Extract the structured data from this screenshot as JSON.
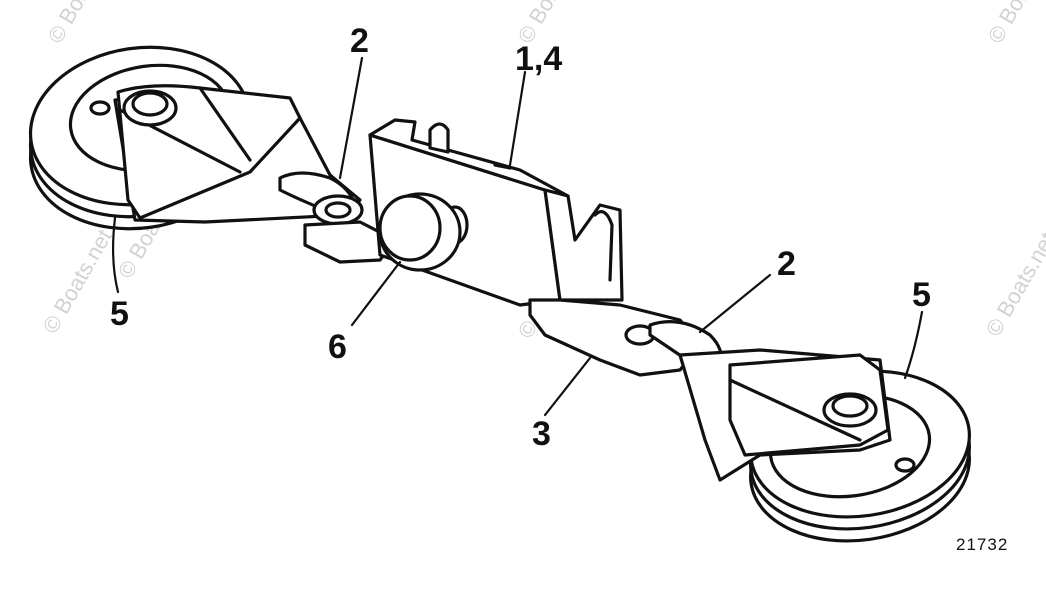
{
  "callouts": {
    "upper_left_line": "2",
    "bracket": "1,4",
    "left_pulley": "5",
    "knob": "6",
    "lower_right_line": "2",
    "right_pulley": "5",
    "lower_bracket": "3"
  },
  "figure_number": "21732",
  "watermarks": [
    "© Boats.net",
    "© Boats.net",
    "© Boats.net",
    "© Boats.net",
    "© Boats.net",
    "© Boats.net",
    "© Boats.net"
  ],
  "colors": {
    "ink": "#111111",
    "watermark": "#d2d2d2",
    "background": "#ffffff"
  }
}
